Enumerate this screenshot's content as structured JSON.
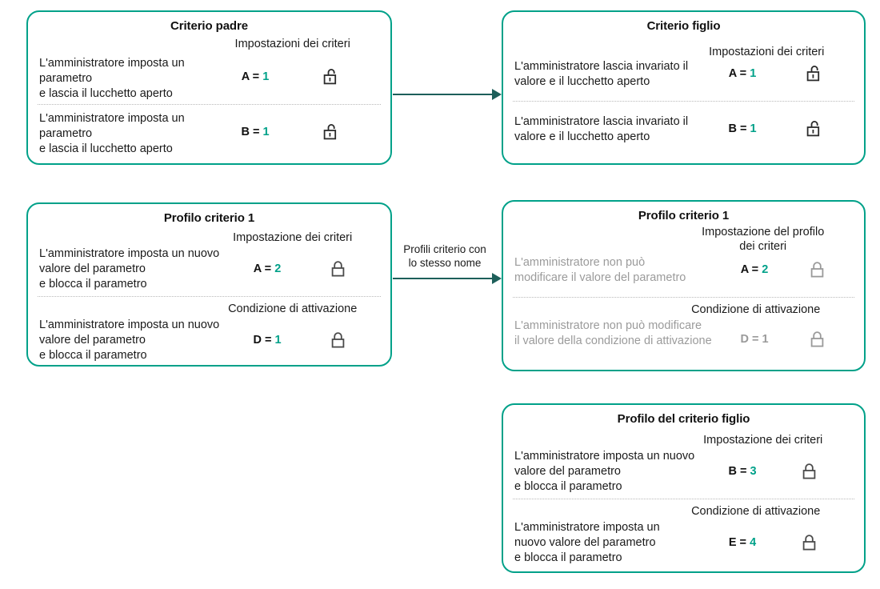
{
  "colors": {
    "accent": "#00a189",
    "arrow": "#1d5f5a",
    "text": "#1a1a1a",
    "dim": "#9b9b9b"
  },
  "cards": {
    "parent": {
      "title": "Criterio padre",
      "section_label": "Impostazioni dei criteri",
      "rows": [
        {
          "desc": "L'amministratore imposta un parametro\n e lascia il lucchetto aperto",
          "key": "A =",
          "num": "1",
          "num_accent": false,
          "lock": "unlock-icon",
          "dim": false
        },
        {
          "desc": "L'amministratore imposta un parametro\n e lascia il lucchetto aperto",
          "key": "B =",
          "num": "1",
          "num_accent": true,
          "lock": "unlock-icon",
          "dim": false
        }
      ]
    },
    "child": {
      "title": "Criterio figlio",
      "section_label": "Impostazioni dei criteri",
      "rows": [
        {
          "desc": "L'amministratore lascia invariato il\nvalore e il lucchetto aperto",
          "key": "A =",
          "num": "1",
          "num_accent": false,
          "lock": "unlock-icon",
          "dim": false
        },
        {
          "desc": "L'amministratore lascia invariato il\nvalore e il lucchetto aperto",
          "key": "B =",
          "num": "1",
          "num_accent": true,
          "lock": "unlock-icon",
          "dim": false
        }
      ]
    },
    "profile1_left": {
      "title": "Profilo criterio 1",
      "rows": [
        {
          "section_label": "Impostazione dei criteri",
          "desc": "L'amministratore imposta un nuovo\nvalore del parametro\n e blocca il parametro",
          "key": "A =",
          "num": "2",
          "num_accent": true,
          "lock": "lock-icon",
          "dim": false
        },
        {
          "section_label": "Condizione di attivazione",
          "desc": "L'amministratore imposta un nuovo\nvalore del parametro\n e blocca il parametro",
          "key": "D =",
          "num": "1",
          "num_accent": false,
          "lock": "lock-icon",
          "dim": false
        }
      ]
    },
    "profile1_right": {
      "title": "Profilo criterio 1",
      "rows": [
        {
          "section_label": "Impostazione del profilo\ndei criteri",
          "desc": "L'amministratore non può\nmodificare il valore del parametro",
          "key": "A =",
          "num": "2",
          "num_accent": true,
          "lock": "lock-icon",
          "dim": true
        },
        {
          "section_label": "Condizione di attivazione",
          "desc": "L'amministratore non può modificare\n il valore della condizione di attivazione",
          "key": "D =",
          "num": "1",
          "num_accent": false,
          "lock": "lock-icon",
          "dim": true
        }
      ]
    },
    "child_profile": {
      "title": "Profilo del criterio figlio",
      "rows": [
        {
          "section_label": "Impostazione dei criteri",
          "desc": "L'amministratore imposta un nuovo\nvalore del parametro\n e blocca il parametro",
          "key": "B =",
          "num": "3",
          "num_accent": true,
          "lock": "lock-icon",
          "dim": false
        },
        {
          "section_label": "Condizione di attivazione",
          "desc": "L'amministratore imposta un\nnuovo valore del parametro\n e blocca il parametro",
          "key": "E =",
          "num": "4",
          "num_accent": true,
          "lock": "lock-icon",
          "dim": false
        }
      ]
    }
  },
  "arrows": {
    "top": {
      "label": ""
    },
    "middle": {
      "label": "Profili criterio con\nlo stesso nome"
    }
  }
}
